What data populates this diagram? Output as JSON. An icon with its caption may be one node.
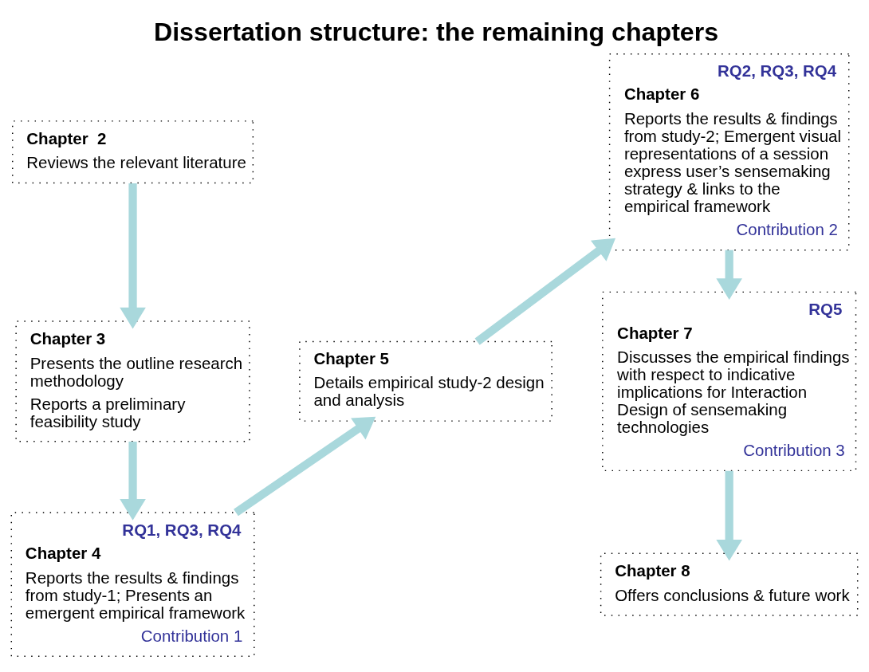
{
  "diagram": {
    "title": "Dissertation structure: the remaining chapters",
    "nodes": [
      {
        "text": [
          "Chapter  2",
          "Reviews the relevant literature"
        ]
      },
      {
        "text": [
          "Chapter 3",
          "Presents the outline research methodology",
          "Reports a preliminary feasibility study"
        ]
      },
      {
        "text": [
          "RQ1, RQ3, RQ4",
          "Chapter 4",
          "Reports the results & findings from study-1; Presents an emergent empirical framework",
          "Contribution 1"
        ]
      },
      {
        "text": [
          "Chapter 5",
          "Details empirical study-2 design and analysis"
        ]
      },
      {
        "text": [
          "RQ2, RQ3, RQ4",
          "Chapter 6",
          "Reports the results & findings from study-2; Emergent visual representations of a session express user’s sensemaking strategy & links to the empirical framework",
          "Contribution 2"
        ]
      },
      {
        "text": [
          "RQ5",
          "Chapter 7",
          "Discusses the empirical findings with respect to indicative implications for Interaction Design of sensemaking technologies",
          "Contribution 3"
        ]
      },
      {
        "text": [
          "Chapter 8",
          "Offers conclusions & future work"
        ]
      }
    ],
    "edges": [
      {
        "from": 0,
        "to": 1,
        "arrow": "to"
      },
      {
        "from": 1,
        "to": 2,
        "arrow": "to"
      },
      {
        "from": 2,
        "to": 3,
        "arrow": "to"
      },
      {
        "from": 3,
        "to": 4,
        "arrow": "to"
      },
      {
        "from": 4,
        "to": 5,
        "arrow": "to"
      },
      {
        "from": 5,
        "to": 6,
        "arrow": "to"
      }
    ]
  }
}
